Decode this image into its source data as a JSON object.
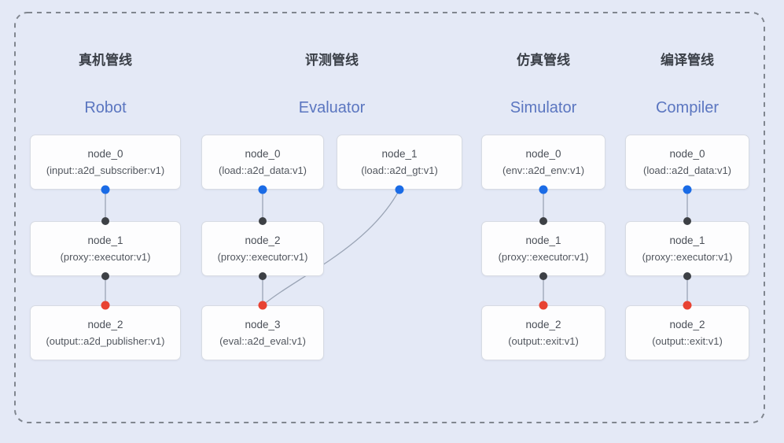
{
  "pipelines": [
    {
      "id": "robot",
      "title": "真机管线",
      "subtitle": "Robot",
      "nodes": [
        {
          "name": "node_0",
          "spec": "(input::a2d_subscriber:v1)"
        },
        {
          "name": "node_1",
          "spec": "(proxy::executor:v1)"
        },
        {
          "name": "node_2",
          "spec": "(output::a2d_publisher:v1)"
        }
      ]
    },
    {
      "id": "evaluator",
      "title": "评测管线",
      "subtitle": "Evaluator",
      "nodes": [
        {
          "name": "node_0",
          "spec": "(load::a2d_data:v1)"
        },
        {
          "name": "node_1",
          "spec": "(load::a2d_gt:v1)"
        },
        {
          "name": "node_2",
          "spec": "(proxy::executor:v1)"
        },
        {
          "name": "node_3",
          "spec": "(eval::a2d_eval:v1)"
        }
      ]
    },
    {
      "id": "simulator",
      "title": "仿真管线",
      "subtitle": "Simulator",
      "nodes": [
        {
          "name": "node_0",
          "spec": "(env::a2d_env:v1)"
        },
        {
          "name": "node_1",
          "spec": "(proxy::executor:v1)"
        },
        {
          "name": "node_2",
          "spec": "(output::exit:v1)"
        }
      ]
    },
    {
      "id": "compiler",
      "title": "编译管线",
      "subtitle": "Compiler",
      "nodes": [
        {
          "name": "node_0",
          "spec": "(load::a2d_data:v1)"
        },
        {
          "name": "node_1",
          "spec": "(proxy::executor:v1)"
        },
        {
          "name": "node_2",
          "spec": "(output::exit:v1)"
        }
      ]
    }
  ],
  "edges": [
    {
      "from": "robot.node_0",
      "to": "robot.node_1"
    },
    {
      "from": "robot.node_1",
      "to": "robot.node_2"
    },
    {
      "from": "evaluator.node_0",
      "to": "evaluator.node_2"
    },
    {
      "from": "evaluator.node_1",
      "to": "evaluator.node_3"
    },
    {
      "from": "evaluator.node_2",
      "to": "evaluator.node_3"
    },
    {
      "from": "simulator.node_0",
      "to": "simulator.node_1"
    },
    {
      "from": "simulator.node_1",
      "to": "simulator.node_2"
    },
    {
      "from": "compiler.node_0",
      "to": "compiler.node_1"
    },
    {
      "from": "compiler.node_1",
      "to": "compiler.node_2"
    }
  ],
  "colors": {
    "background": "#e4e9f6",
    "frame_dash": "#80868f",
    "node_fill": "#fdfdfe",
    "node_border": "#d7dbe3",
    "title_cn": "#3a3f47",
    "subtitle_en": "#5b76c0",
    "port_output_blue": "#1a6be6",
    "port_proxy_black": "#3d4045",
    "port_input_red": "#e84232",
    "connector": "#9aa4b5"
  }
}
